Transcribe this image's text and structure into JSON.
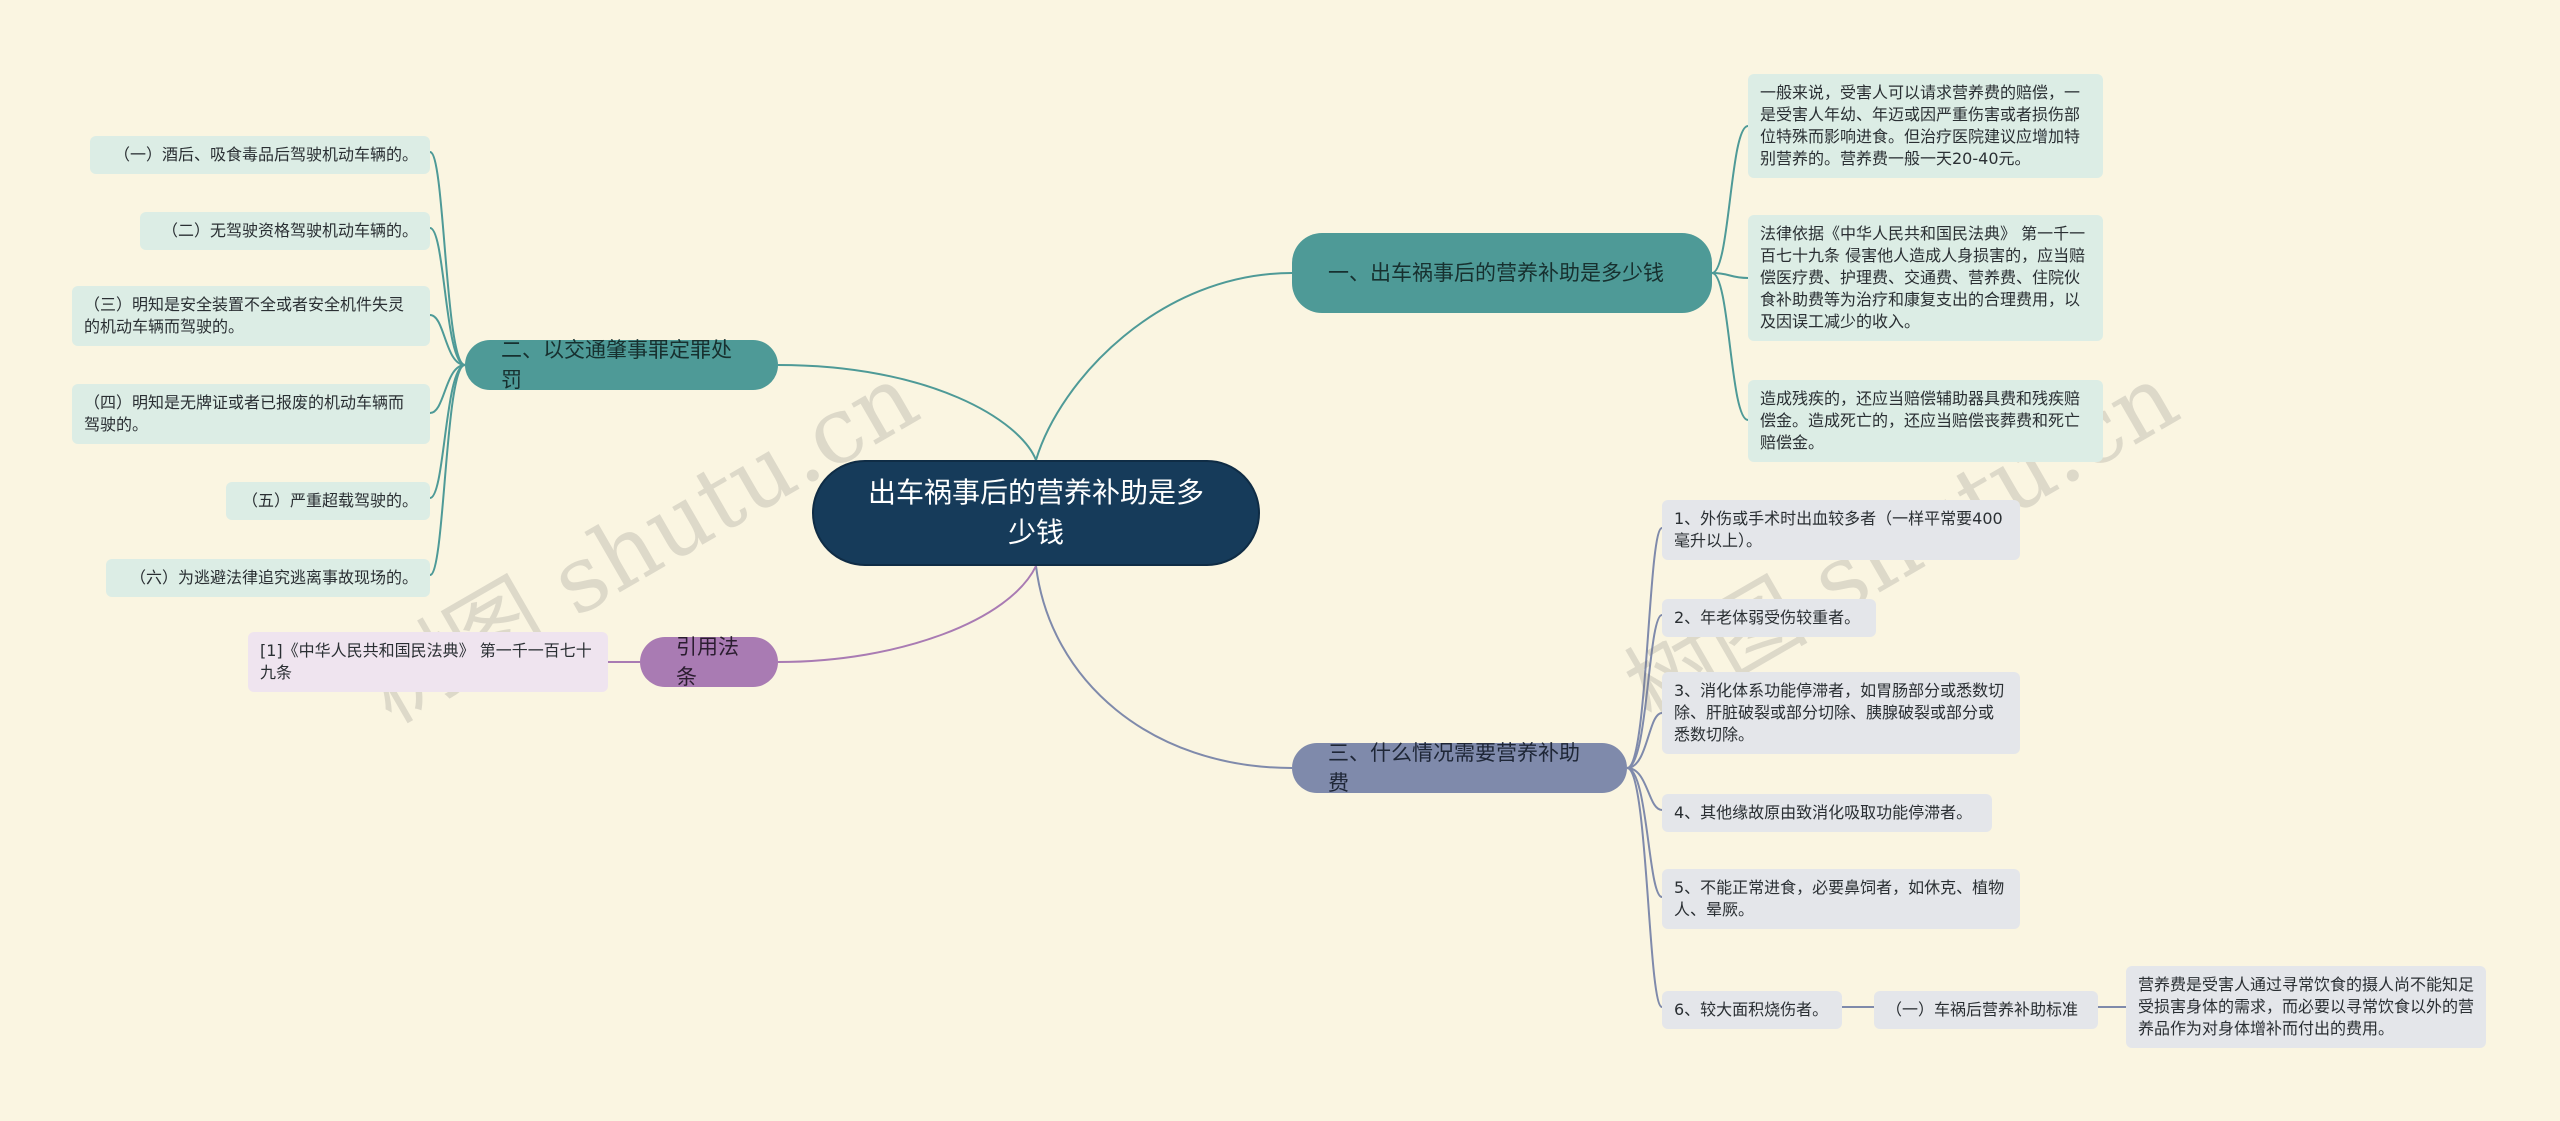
{
  "root": {
    "label": "出车祸事后的营养补助是多少钱"
  },
  "branches": {
    "b1": {
      "label": "一、出车祸事后的营养补助是多少钱",
      "items": [
        "一般来说，受害人可以请求营养费的赔偿，一是受害人年幼、年迈或因严重伤害或者损伤部位特殊而影响进食。但治疗医院建议应增加特别营养的。营养费一般一天20-40元。",
        "法律依据《中华人民共和国民法典》 第一千一百七十九条 侵害他人造成人身损害的，应当赔偿医疗费、护理费、交通费、营养费、住院伙食补助费等为治疗和康复支出的合理费用，以及因误工减少的收入。",
        "造成残疾的，还应当赔偿辅助器具费和残疾赔偿金。造成死亡的，还应当赔偿丧葬费和死亡赔偿金。"
      ]
    },
    "b2": {
      "label": "二、以交通肇事罪定罪处罚",
      "items": [
        "（一）酒后、吸食毒品后驾驶机动车辆的。",
        "（二）无驾驶资格驾驶机动车辆的。",
        "（三）明知是安全装置不全或者安全机件失灵的机动车辆而驾驶的。",
        "（四）明知是无牌证或者已报废的机动车辆而驾驶的。",
        "（五）严重超载驾驶的。",
        "（六）为逃避法律追究逃离事故现场的。"
      ]
    },
    "b3": {
      "label": "三、什么情况需要营养补助费",
      "items": [
        "1、外伤或手术时出血较多者（一样平常要400毫升以上）。",
        "2、年老体弱受伤较重者。",
        "3、消化体系功能停滞者，如胃肠部分或悉数切除、肝脏破裂或部分切除、胰腺破裂或部分或悉数切除。",
        "4、其他缘故原由致消化吸取功能停滞者。",
        "5、不能正常进食，必要鼻饲者，如休克、植物人、晕厥。",
        "6、较大面积烧伤者。"
      ],
      "sub": {
        "label": "（一）车祸后营养补助标准",
        "detail": "营养费是受害人通过寻常饮食的摄人尚不能知足受损害身体的需求，而必要以寻常饮食以外的营养品作为对身体增补而付出的费用。"
      }
    },
    "b4": {
      "label": "引用法条",
      "items": [
        "[1]《中华人民共和国民法典》 第一千一百七十九条"
      ]
    }
  },
  "watermark": "树图 shutu.cn",
  "colors": {
    "background": "#faf5e1",
    "root": "#163b5a",
    "teal": "#4e9a97",
    "slate": "#7f8aab",
    "purple": "#a97bb3"
  }
}
